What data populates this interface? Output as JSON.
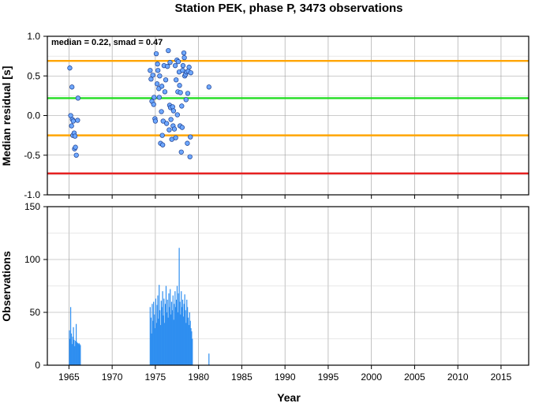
{
  "chart_data": [
    {
      "type": "scatter",
      "title": "Station PEK, phase P, 3473 observations",
      "xlabel": "",
      "ylabel": "Median residual [s]",
      "xlim": [
        1962.5,
        2018.2
      ],
      "ylim": [
        -1.0,
        1.0
      ],
      "yticks": [
        "-1.0",
        "-0.5",
        "0.0",
        "0.5",
        "1.0"
      ],
      "ytick_values": [
        -1.0,
        -0.5,
        0.0,
        0.5,
        1.0
      ],
      "xticks": [
        1965,
        1970,
        1975,
        1980,
        1985,
        1990,
        1995,
        2000,
        2005,
        2010,
        2015
      ],
      "grid": true,
      "annotation": "median = 0.22, smad = 0.47",
      "reference_lines": [
        {
          "value": 0.69,
          "color": "#ffa500"
        },
        {
          "value": 0.22,
          "color": "#22dd22"
        },
        {
          "value": -0.25,
          "color": "#ffa500"
        },
        {
          "value": -0.73,
          "color": "#e62020"
        }
      ],
      "point_color": "#6ea8ff",
      "points": [
        [
          1965.1,
          0.6
        ],
        [
          1965.2,
          -0.0
        ],
        [
          1965.3,
          -0.13
        ],
        [
          1965.35,
          0.36
        ],
        [
          1965.4,
          -0.05
        ],
        [
          1965.45,
          -0.25
        ],
        [
          1965.5,
          -0.07
        ],
        [
          1965.6,
          -0.22
        ],
        [
          1965.65,
          -0.42
        ],
        [
          1965.7,
          -0.26
        ],
        [
          1965.75,
          -0.4
        ],
        [
          1965.85,
          -0.5
        ],
        [
          1966.0,
          -0.06
        ],
        [
          1966.05,
          0.22
        ],
        [
          1974.4,
          0.57
        ],
        [
          1974.5,
          0.46
        ],
        [
          1974.6,
          0.18
        ],
        [
          1974.7,
          0.51
        ],
        [
          1974.8,
          0.14
        ],
        [
          1974.85,
          0.23
        ],
        [
          1974.95,
          -0.04
        ],
        [
          1975.0,
          -0.07
        ],
        [
          1975.1,
          0.78
        ],
        [
          1975.2,
          0.4
        ],
        [
          1975.25,
          0.65
        ],
        [
          1975.3,
          0.57
        ],
        [
          1975.4,
          0.34
        ],
        [
          1975.45,
          0.23
        ],
        [
          1975.5,
          0.5
        ],
        [
          1975.6,
          -0.35
        ],
        [
          1975.7,
          0.05
        ],
        [
          1975.75,
          0.37
        ],
        [
          1975.8,
          -0.25
        ],
        [
          1975.85,
          -0.37
        ],
        [
          1975.9,
          -0.07
        ],
        [
          1976.0,
          0.63
        ],
        [
          1976.1,
          0.3
        ],
        [
          1976.2,
          0.45
        ],
        [
          1976.3,
          -0.1
        ],
        [
          1976.4,
          0.62
        ],
        [
          1976.5,
          0.82
        ],
        [
          1976.6,
          -0.18
        ],
        [
          1976.65,
          0.13
        ],
        [
          1976.7,
          0.67
        ],
        [
          1976.75,
          0.1
        ],
        [
          1976.8,
          -0.05
        ],
        [
          1976.9,
          -0.3
        ],
        [
          1977.0,
          0.11
        ],
        [
          1977.05,
          -0.13
        ],
        [
          1977.1,
          0.06
        ],
        [
          1977.2,
          -0.17
        ],
        [
          1977.3,
          0.63
        ],
        [
          1977.35,
          -0.28
        ],
        [
          1977.4,
          0.45
        ],
        [
          1977.5,
          0.7
        ],
        [
          1977.55,
          0.01
        ],
        [
          1977.6,
          0.3
        ],
        [
          1977.65,
          0.68
        ],
        [
          1977.75,
          0.55
        ],
        [
          1977.8,
          0.38
        ],
        [
          1977.85,
          -0.13
        ],
        [
          1977.9,
          0.29
        ],
        [
          1978.0,
          -0.46
        ],
        [
          1978.05,
          0.12
        ],
        [
          1978.1,
          -0.15
        ],
        [
          1978.15,
          0.57
        ],
        [
          1978.2,
          0.63
        ],
        [
          1978.3,
          0.79
        ],
        [
          1978.35,
          0.73
        ],
        [
          1978.4,
          0.5
        ],
        [
          1978.5,
          0.52
        ],
        [
          1978.55,
          0.2
        ],
        [
          1978.6,
          0.55
        ],
        [
          1978.7,
          -0.35
        ],
        [
          1978.75,
          0.28
        ],
        [
          1978.8,
          0.56
        ],
        [
          1978.9,
          0.61
        ],
        [
          1979.0,
          -0.52
        ],
        [
          1979.05,
          -0.27
        ],
        [
          1979.1,
          0.54
        ],
        [
          1981.2,
          0.36
        ]
      ]
    },
    {
      "type": "bar",
      "title": "",
      "xlabel": "Year",
      "ylabel": "Observations",
      "xlim": [
        1962.5,
        2018.2
      ],
      "ylim": [
        0,
        150
      ],
      "yticks": [
        "0",
        "50",
        "100",
        "150"
      ],
      "ytick_values": [
        0,
        50,
        100,
        150
      ],
      "xticks": [
        1965,
        1970,
        1975,
        1980,
        1985,
        1990,
        1995,
        2000,
        2005,
        2010,
        2015
      ],
      "grid": true,
      "bar_color": "#2e8ef0",
      "bar_width_years": 0.08,
      "bars": [
        [
          1965.05,
          33
        ],
        [
          1965.13,
          25
        ],
        [
          1965.2,
          55
        ],
        [
          1965.28,
          30
        ],
        [
          1965.36,
          20
        ],
        [
          1965.44,
          27
        ],
        [
          1965.52,
          36
        ],
        [
          1965.6,
          24
        ],
        [
          1965.68,
          18
        ],
        [
          1965.76,
          23
        ],
        [
          1965.84,
          39
        ],
        [
          1965.92,
          22
        ],
        [
          1966.0,
          21
        ],
        [
          1966.08,
          20
        ],
        [
          1966.16,
          21
        ],
        [
          1966.24,
          20
        ],
        [
          1966.32,
          19
        ],
        [
          1974.4,
          55
        ],
        [
          1974.48,
          45
        ],
        [
          1974.56,
          30
        ],
        [
          1974.64,
          58
        ],
        [
          1974.72,
          42
        ],
        [
          1974.8,
          60
        ],
        [
          1974.88,
          48
        ],
        [
          1974.96,
          35
        ],
        [
          1975.04,
          63
        ],
        [
          1975.12,
          40
        ],
        [
          1975.2,
          57
        ],
        [
          1975.28,
          66
        ],
        [
          1975.36,
          44
        ],
        [
          1975.44,
          76
        ],
        [
          1975.52,
          52
        ],
        [
          1975.6,
          38
        ],
        [
          1975.68,
          61
        ],
        [
          1975.76,
          55
        ],
        [
          1975.84,
          70
        ],
        [
          1975.92,
          47
        ],
        [
          1976.0,
          63
        ],
        [
          1976.08,
          40
        ],
        [
          1976.16,
          58
        ],
        [
          1976.24,
          75
        ],
        [
          1976.32,
          50
        ],
        [
          1976.4,
          62
        ],
        [
          1976.48,
          45
        ],
        [
          1976.56,
          68
        ],
        [
          1976.64,
          55
        ],
        [
          1976.72,
          72
        ],
        [
          1976.8,
          48
        ],
        [
          1976.88,
          60
        ],
        [
          1976.96,
          52
        ],
        [
          1977.04,
          66
        ],
        [
          1977.12,
          43
        ],
        [
          1977.2,
          58
        ],
        [
          1977.28,
          70
        ],
        [
          1977.36,
          55
        ],
        [
          1977.44,
          62
        ],
        [
          1977.52,
          75
        ],
        [
          1977.6,
          50
        ],
        [
          1977.68,
          68
        ],
        [
          1977.76,
          111
        ],
        [
          1977.84,
          60
        ],
        [
          1977.92,
          48
        ],
        [
          1978.0,
          70
        ],
        [
          1978.08,
          55
        ],
        [
          1978.16,
          62
        ],
        [
          1978.24,
          46
        ],
        [
          1978.32,
          58
        ],
        [
          1978.4,
          67
        ],
        [
          1978.48,
          52
        ],
        [
          1978.56,
          40
        ],
        [
          1978.64,
          62
        ],
        [
          1978.72,
          55
        ],
        [
          1978.8,
          45
        ],
        [
          1978.88,
          38
        ],
        [
          1978.96,
          50
        ],
        [
          1979.04,
          42
        ],
        [
          1979.12,
          35
        ],
        [
          1979.2,
          32
        ],
        [
          1979.28,
          25
        ],
        [
          1981.2,
          11
        ]
      ]
    }
  ]
}
